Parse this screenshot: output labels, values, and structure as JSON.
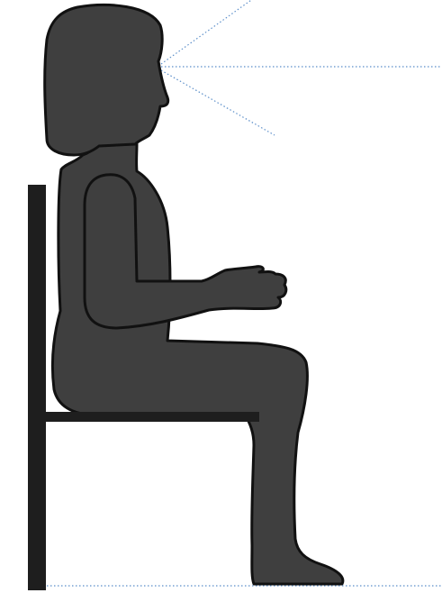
{
  "figure": {
    "subject": "seated-person-side-view",
    "colors": {
      "background": "#ffffff",
      "silhouette_fill": "#3f3f3f",
      "silhouette_stroke": "#111111",
      "chair": "#1e1e1e",
      "sight_lines": "#5b8ec9",
      "floor_line": "#5b8ec9"
    },
    "sight_lines": {
      "count": 3,
      "style": "dotted",
      "directions": [
        "upward",
        "horizontal",
        "downward"
      ]
    },
    "floor_line": {
      "style": "dotted"
    }
  }
}
